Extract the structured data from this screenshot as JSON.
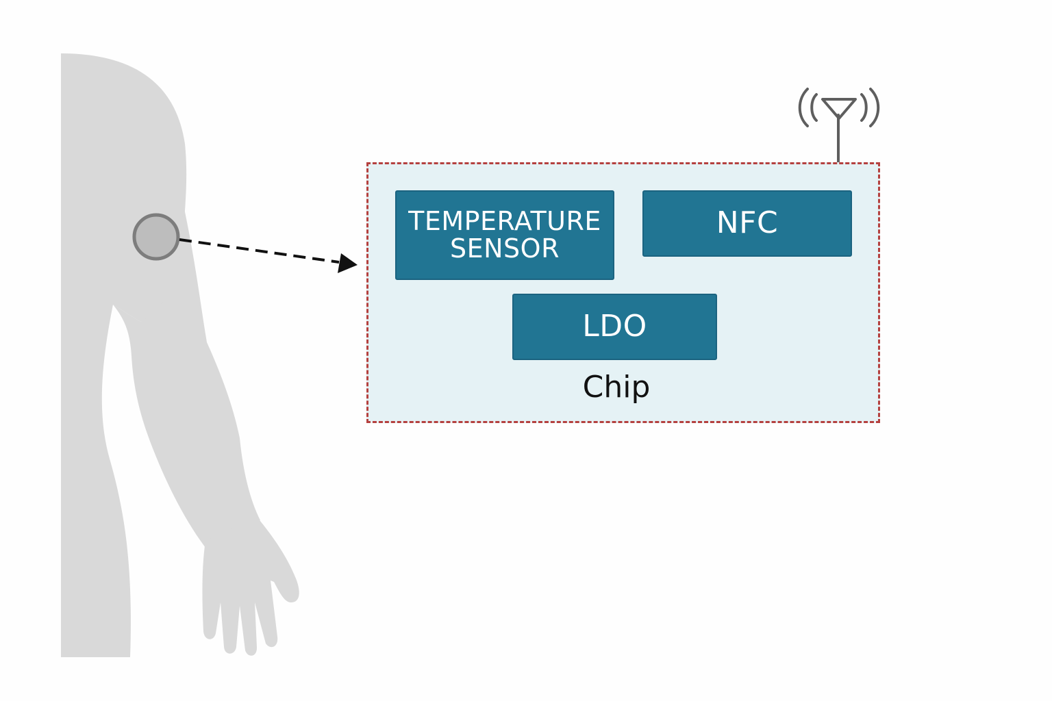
{
  "diagram": {
    "blocks": {
      "temperature_sensor": {
        "line1": "TEMPERATURE",
        "line2": "SENSOR"
      },
      "nfc": "NFC",
      "ldo": "LDO"
    },
    "chip_label": "Chip",
    "colors": {
      "block_fill": "#217593",
      "chip_fill": "#e5f2f5",
      "chip_border": "#b5413f",
      "body_silhouette": "#d9d9d9",
      "sensor_patch": "#bdbdbd",
      "antenna": "#5e5e5e"
    },
    "icons": [
      "body-silhouette",
      "sensor-patch-icon",
      "antenna-icon",
      "arrow-icon"
    ]
  }
}
